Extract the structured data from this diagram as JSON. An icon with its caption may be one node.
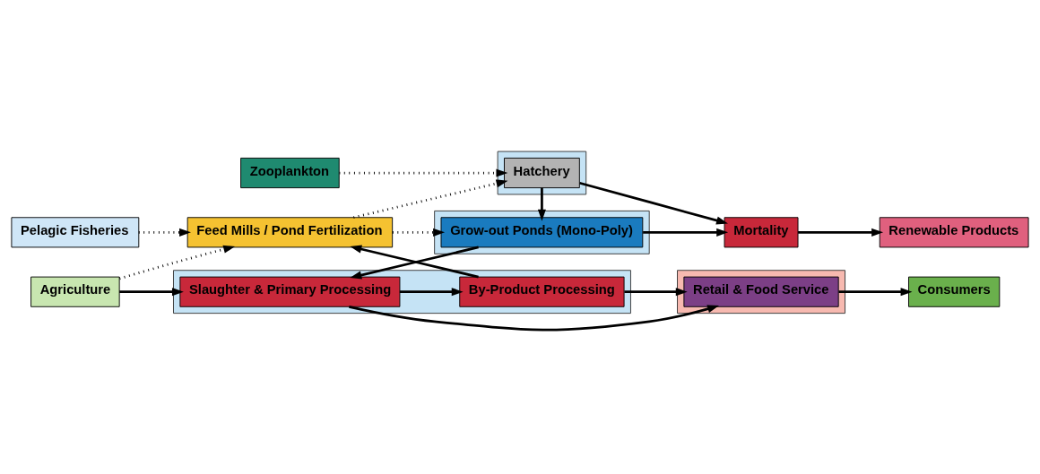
{
  "diagram": {
    "nodes": [
      {
        "text": [
          "Zooplankton"
        ]
      },
      {
        "text": [],
        "shape": "box"
      },
      {
        "text": [
          "Hatchery"
        ],
        "in": 1
      },
      {
        "text": [
          "Renewable Products"
        ]
      },
      {
        "text": [
          "Pelagic Fisheries"
        ]
      },
      {
        "text": [
          "Feed Mills / Pond Fertilization"
        ]
      },
      {
        "text": [],
        "shape": "box"
      },
      {
        "text": [
          "Grow-out Ponds (Mono-Poly)"
        ],
        "in": 6
      },
      {
        "text": [
          "Mortality"
        ]
      },
      {
        "text": [],
        "shape": "box"
      },
      {
        "text": [
          "Agriculture"
        ]
      },
      {
        "text": [
          "By-Product Processing"
        ],
        "in": 9
      },
      {
        "text": [
          "Slaughter & Primary Processing"
        ],
        "in": 9
      },
      {
        "text": [],
        "shape": "box"
      },
      {
        "text": [
          "Retail & Food Service"
        ],
        "in": 13
      },
      {
        "text": [
          "Consumers"
        ]
      }
    ],
    "edges": [
      {
        "from": 0,
        "to": 2,
        "arrow": "to",
        "style": "dashed"
      },
      {
        "from": 5,
        "to": 2,
        "arrow": "to",
        "style": "dashed"
      },
      {
        "from": 4,
        "to": 5,
        "arrow": "to",
        "style": "dashed"
      },
      {
        "from": 10,
        "to": 5,
        "arrow": "to",
        "style": "dashed"
      },
      {
        "from": 5,
        "to": 7,
        "arrow": "to",
        "style": "dashed"
      },
      {
        "from": 2,
        "to": 7,
        "arrow": "to"
      },
      {
        "from": 2,
        "to": 8,
        "arrow": "to"
      },
      {
        "from": 7,
        "to": 8,
        "arrow": "to"
      },
      {
        "from": 8,
        "to": 3,
        "arrow": "to"
      },
      {
        "from": 7,
        "to": 12,
        "arrow": "to"
      },
      {
        "from": 12,
        "to": 11,
        "arrow": "to"
      },
      {
        "from": 12,
        "to": 14,
        "arrow": "to"
      },
      {
        "from": 11,
        "to": 5,
        "arrow": "to"
      },
      {
        "from": 14,
        "to": 15,
        "arrow": "to"
      },
      {
        "from": 10,
        "to": 12,
        "arrow": "to"
      },
      {
        "from": 11,
        "to": 14,
        "arrow": "to"
      }
    ]
  }
}
